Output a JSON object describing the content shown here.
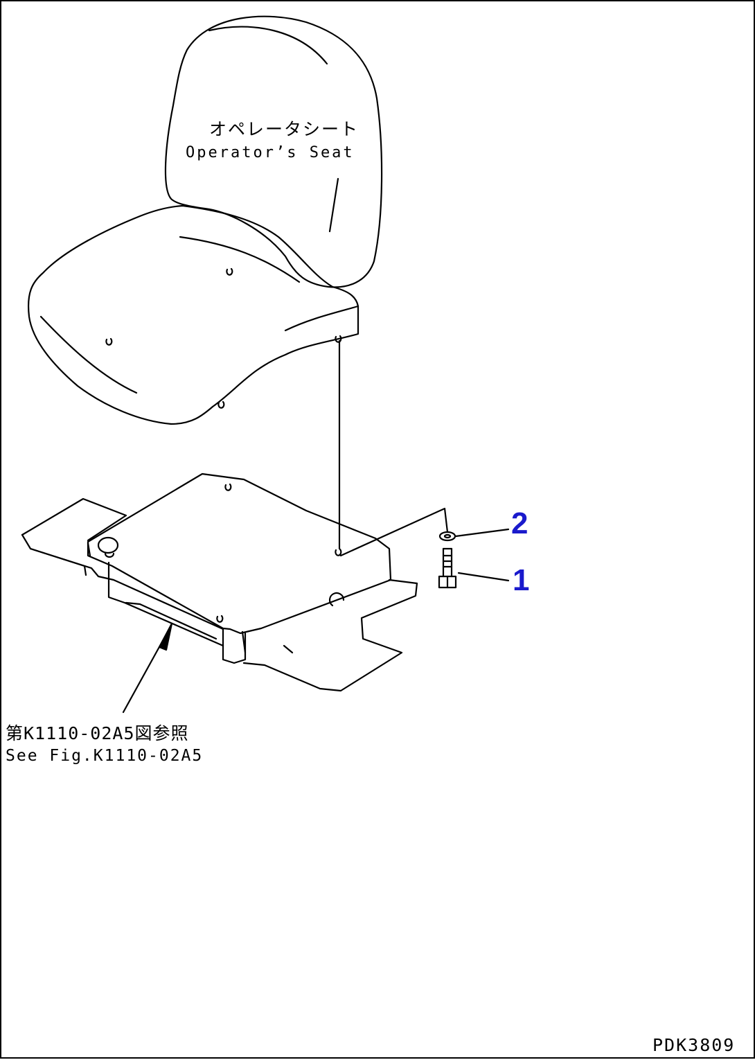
{
  "labels": {
    "seat_jp": "オペレータシート",
    "seat_en": "Operator’s Seat",
    "ref_jp": "第K1110-02A5図参照",
    "ref_en": "See Fig.K1110-02A5",
    "drawing_code": "PDK3809"
  },
  "callouts": [
    {
      "number": "2",
      "part": "washer"
    },
    {
      "number": "1",
      "part": "bolt"
    }
  ],
  "colors": {
    "line": "#000000",
    "callout": "#1a1acc",
    "background": "#ffffff"
  }
}
